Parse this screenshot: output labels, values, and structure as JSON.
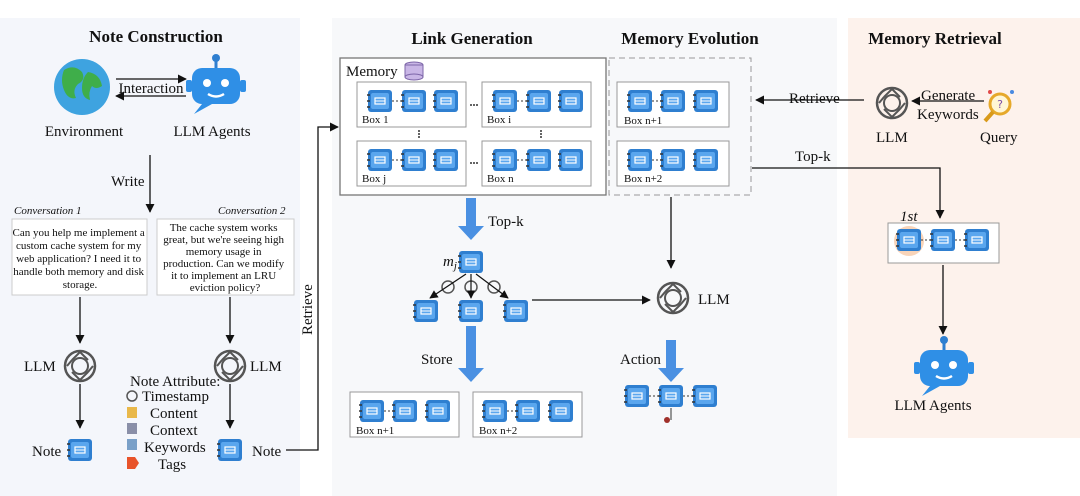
{
  "sections": {
    "note_construction": "Note Construction",
    "link_generation": "Link Generation",
    "memory_evolution": "Memory Evolution",
    "memory_retrieval": "Memory Retrieval"
  },
  "note_construction": {
    "environment": "Environment",
    "llm_agents": "LLM Agents",
    "interaction": "Interaction",
    "write": "Write",
    "conv1_title": "Conversation 1",
    "conv2_title": "Conversation 2",
    "conv1_lines": [
      "Can you help me implement a",
      "custom cache system for my",
      "web application? I need it to",
      "handle both memory and disk",
      "storage."
    ],
    "conv2_lines": [
      "The cache system works",
      "great, but we're seeing high",
      "memory usage in",
      "production. Can we modify",
      "it to implement an LRU",
      "eviction policy?"
    ],
    "llm": "LLM",
    "note": "Note",
    "note_attribute_title": "Note Attribute:",
    "note_attributes": [
      "Timestamp",
      "Content",
      "Context",
      "Keywords",
      "Tags"
    ]
  },
  "link_generation": {
    "memory": "Memory",
    "boxes": [
      "Box 1",
      "Box i",
      "Box j",
      "Box n"
    ],
    "retrieve": "Retrieve",
    "topk": "Top-k",
    "mj": "m",
    "mj_sub": "j",
    "store": "Store",
    "store_boxes": [
      "Box n+1",
      "Box n+2"
    ]
  },
  "memory_evolution": {
    "boxes": [
      "Box n+1",
      "Box n+2"
    ],
    "llm": "LLM",
    "action": "Action"
  },
  "memory_retrieval": {
    "retrieve": "Retrieve",
    "generate_keywords": [
      "Generate",
      "Keywords"
    ],
    "llm": "LLM",
    "query": "Query",
    "topk": "Top-k",
    "first": "1st",
    "llm_agents": "LLM Agents"
  },
  "colors": {
    "note_blue": "#2f7fd0",
    "arrow_blue": "#4a90e2",
    "retrieval_bg": "#fdf2ec",
    "panel_bg": "#f4f6fb"
  }
}
